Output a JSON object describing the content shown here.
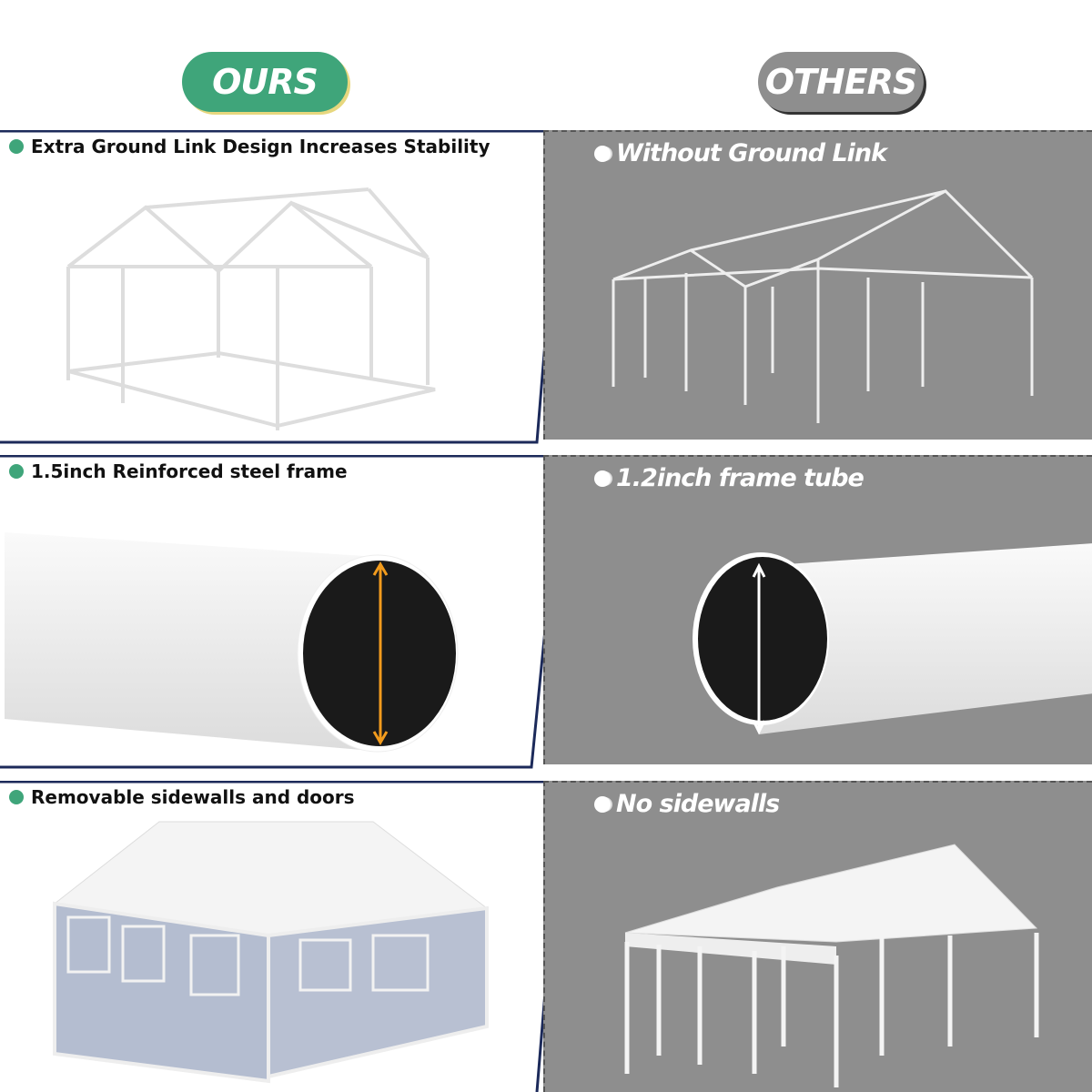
{
  "headers": {
    "ours": "OURS",
    "others": "OTHERS"
  },
  "colors": {
    "ours_accent": "#3fa57a",
    "others_gray": "#8e8e8e",
    "border_navy": "#1c2a5a",
    "arrow_orange": "#f29b1d"
  },
  "rows": [
    {
      "ours": "Extra Ground Link Design Increases Stability",
      "others": "Without Ground Link"
    },
    {
      "ours": "1.5inch Reinforced steel frame",
      "others": "1.2inch frame tube"
    },
    {
      "ours": "Removable sidewalls and doors",
      "others": "No sidewalls"
    }
  ]
}
